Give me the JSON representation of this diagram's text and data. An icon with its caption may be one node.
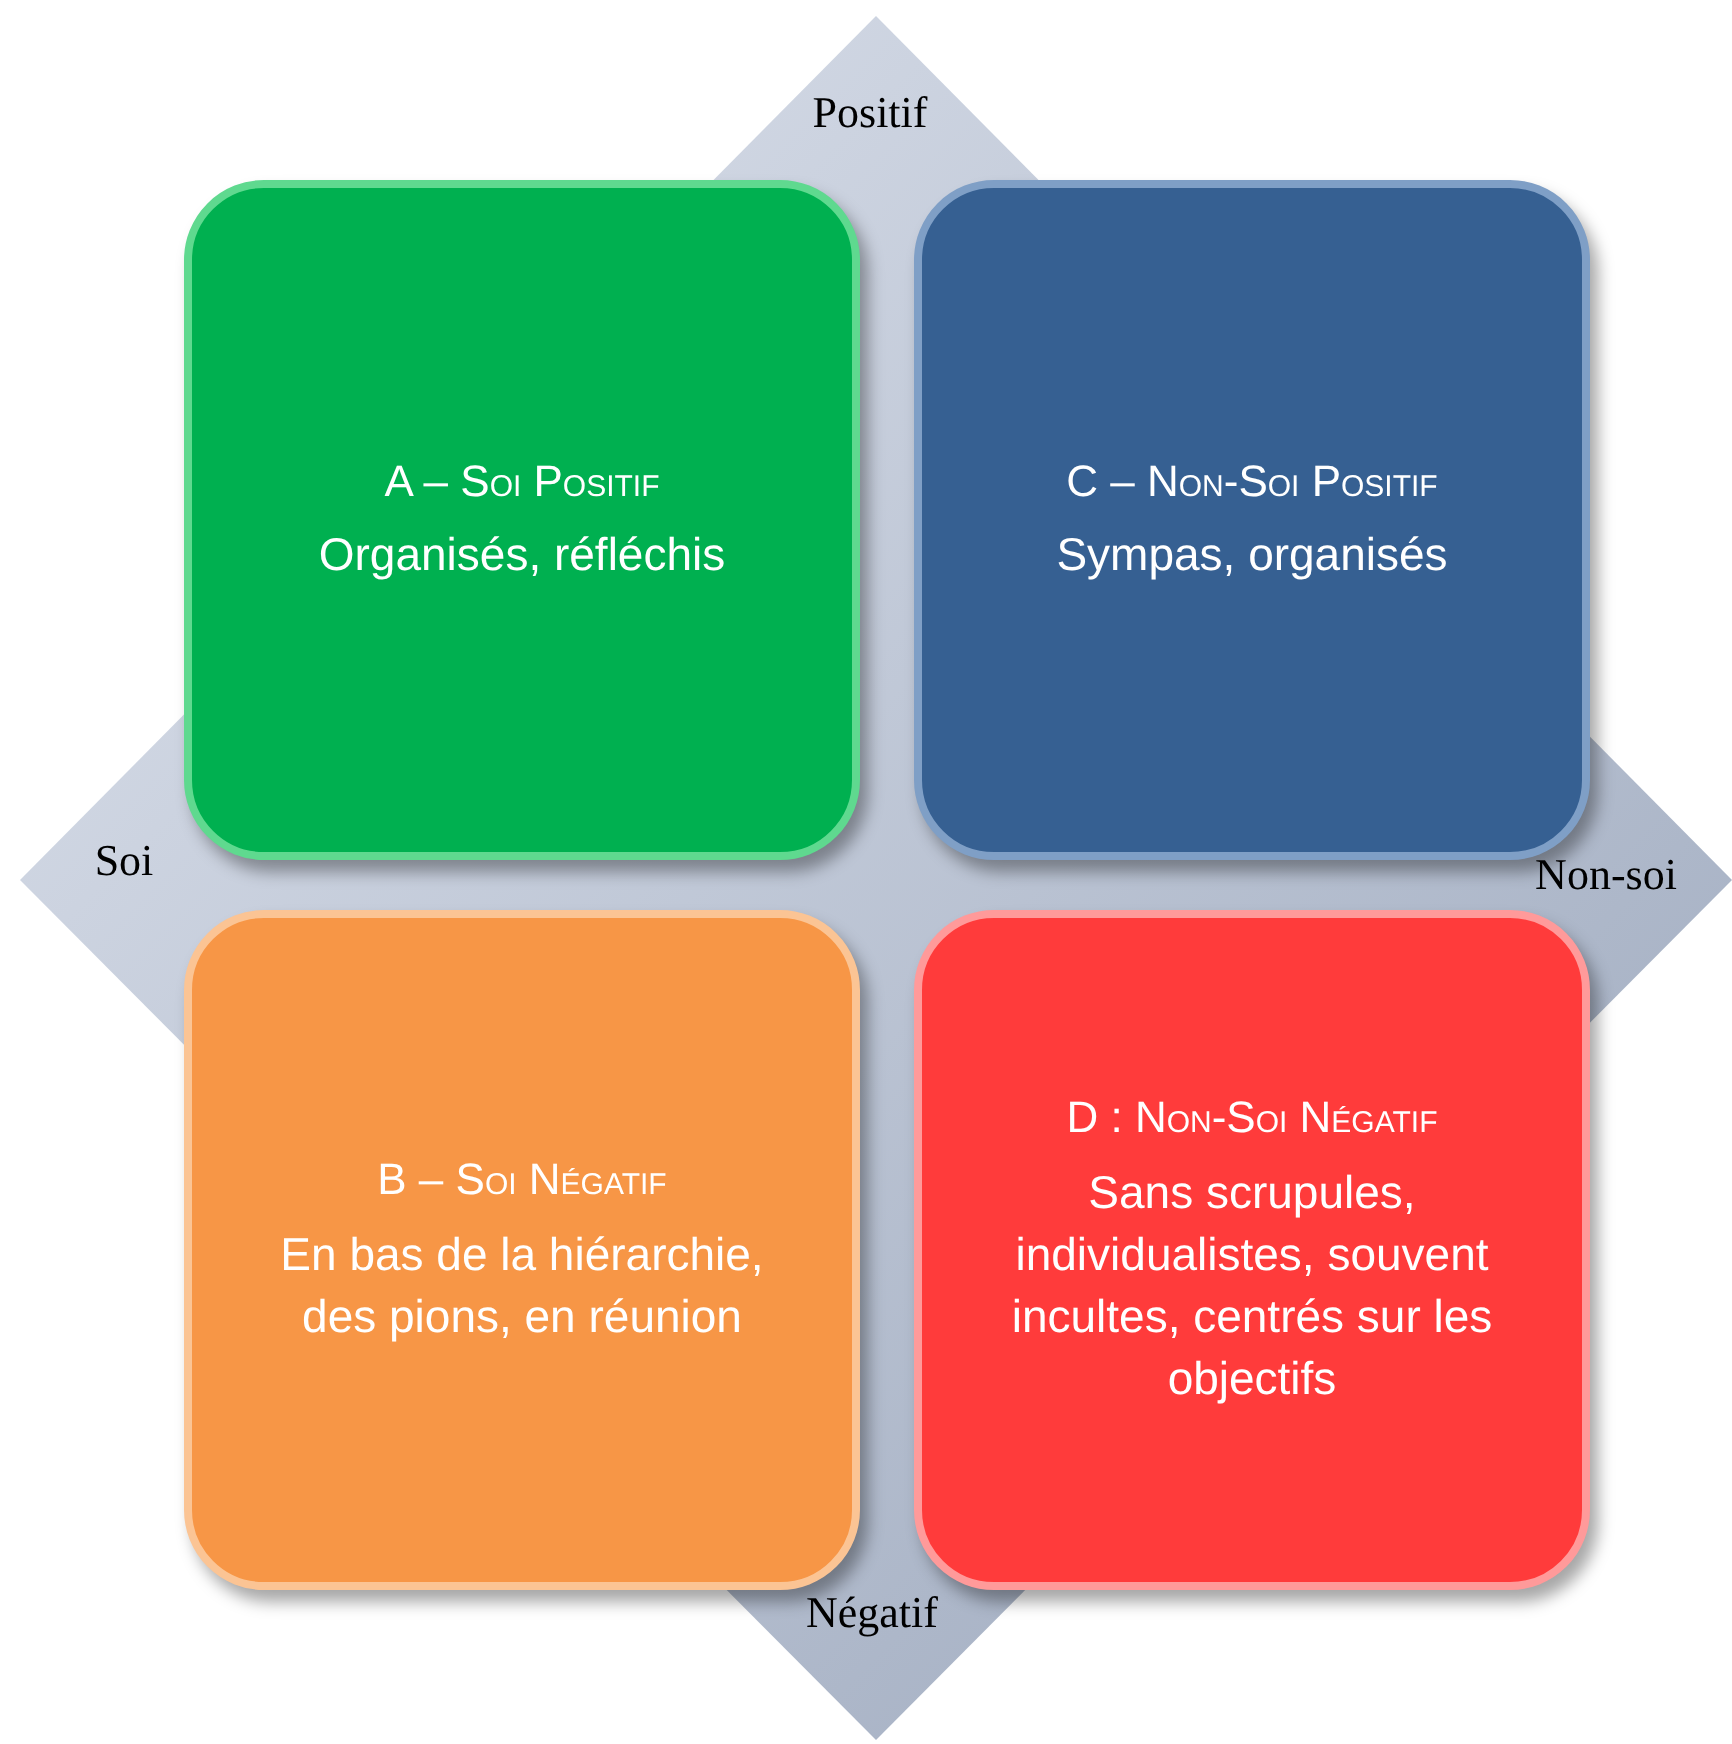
{
  "diagram": {
    "nodes": [
      {
        "text": [
          "A – Soi Positif",
          "Organisés, réfléchis"
        ]
      },
      {
        "text": [
          "C – Non-Soi Positif",
          "Sympas, organisés"
        ]
      },
      {
        "text": [
          "B – Soi Négatif",
          "En bas de la hiérarchie, des pions, en réunion"
        ]
      },
      {
        "text": [
          "D : Non-Soi Négatif",
          "Sans scrupules, individualistes, souvent incultes, centrés sur les objectifs"
        ]
      }
    ],
    "labels": [
      "Positif",
      "Soi",
      "Non-soi",
      "Négatif"
    ]
  }
}
